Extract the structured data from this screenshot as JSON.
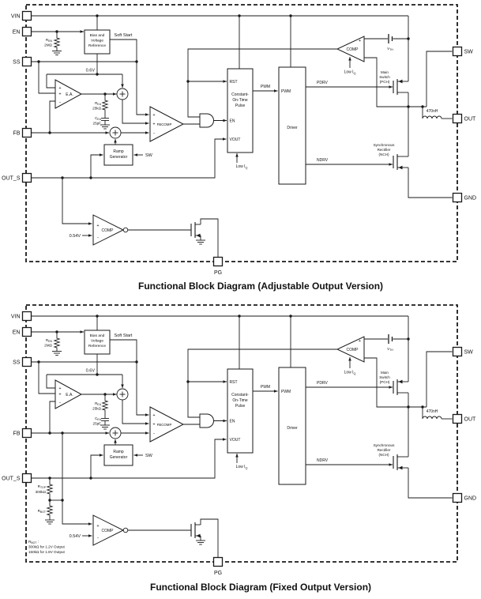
{
  "titles": {
    "adjustable": "Functional Block Diagram (Adjustable Output Version)",
    "fixed": "Functional Block Diagram (Fixed Output Version)"
  },
  "pins": {
    "vin": "VIN",
    "en": "EN",
    "ss": "SS",
    "fb": "FB",
    "out_s": "OUT_S",
    "sw": "SW",
    "out": "OUT",
    "gnd": "GND",
    "pg": "PG"
  },
  "blocks": {
    "bias": [
      "Bias and",
      "Voltage",
      "Reference"
    ],
    "cot": [
      "Constant-",
      "On-Time",
      "Pulse"
    ],
    "cot_ports": {
      "rst": "RST",
      "en": "EN",
      "vout": "VOUT"
    },
    "driver": {
      "port": "PWM",
      "label": "Driver"
    },
    "ramp": [
      "Ramp",
      "Generator"
    ]
  },
  "amps": {
    "ea": "E.A.",
    "fbcomp": "FBCOMP",
    "comp": "COMP"
  },
  "signals": {
    "soft_start": "Soft Start",
    "vref": "0.6V",
    "pg_ref": "0.54V",
    "pwm": "PWM",
    "pdrv": "PDRV",
    "ndrv": "NDRV",
    "sw": "SW",
    "low_iq": {
      "base": "Low I",
      "sub": "Q"
    },
    "vth": {
      "base": "V",
      "sub": "TH"
    },
    "plus": "+",
    "minus": "-"
  },
  "components": {
    "r_en": {
      "name": {
        "base": "R",
        "sub": "EN"
      },
      "value": "2MΩ"
    },
    "r_ea": {
      "name": {
        "base": "R",
        "sub": "EA"
      },
      "value": "25kΩ"
    },
    "c_ea": {
      "name": {
        "base": "C",
        "sub": "EA"
      },
      "value": "25pF"
    },
    "inductor": "470nH",
    "main_switch": [
      "Main",
      "Switch",
      "(PCH)"
    ],
    "sync_rect": [
      "Synchronous",
      "Rectifier",
      "(NCH)"
    ],
    "r_top": {
      "name": {
        "base": "R",
        "sub": "TOP"
      },
      "value": "300kΩ"
    },
    "r_bot": {
      "name": {
        "base": "R",
        "sub": "BOT"
      }
    },
    "note": {
      "head": {
        "base": "R",
        "sub": "BOT",
        "tail": " :"
      },
      "line1": "300kΩ for 1.2V Output",
      "line2": "150kΩ for 1.8V Output"
    }
  }
}
